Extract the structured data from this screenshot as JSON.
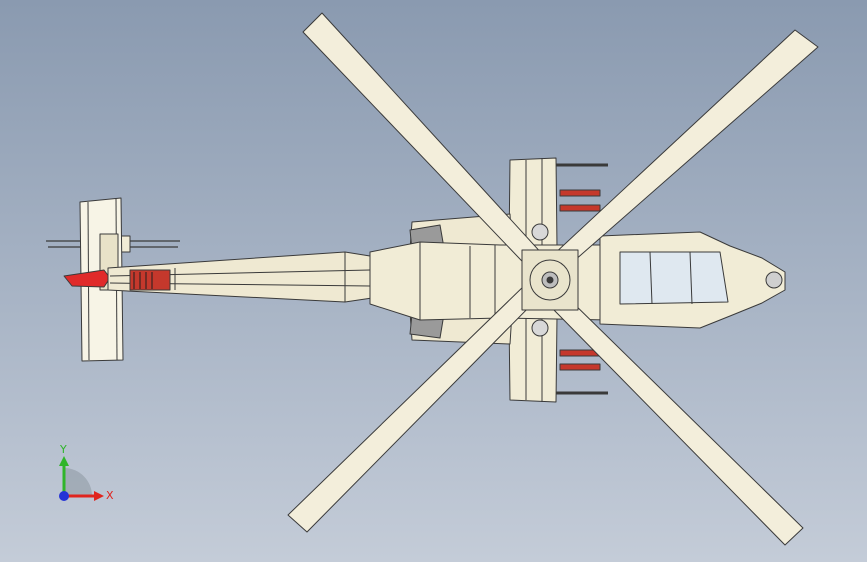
{
  "viewport": {
    "background_top": "#8a9ab0",
    "background_bottom": "#c4ccd8"
  },
  "model": {
    "subject": "helicopter-top-view",
    "body_color": "#f1ecd6",
    "edge_color": "#3a3a3a",
    "accent_color": "#e02a2a"
  },
  "triad": {
    "x_label": "X",
    "y_label": "Y",
    "x_color": "#e0241e",
    "y_color": "#2fb52a",
    "z_color": "#2433d6"
  }
}
